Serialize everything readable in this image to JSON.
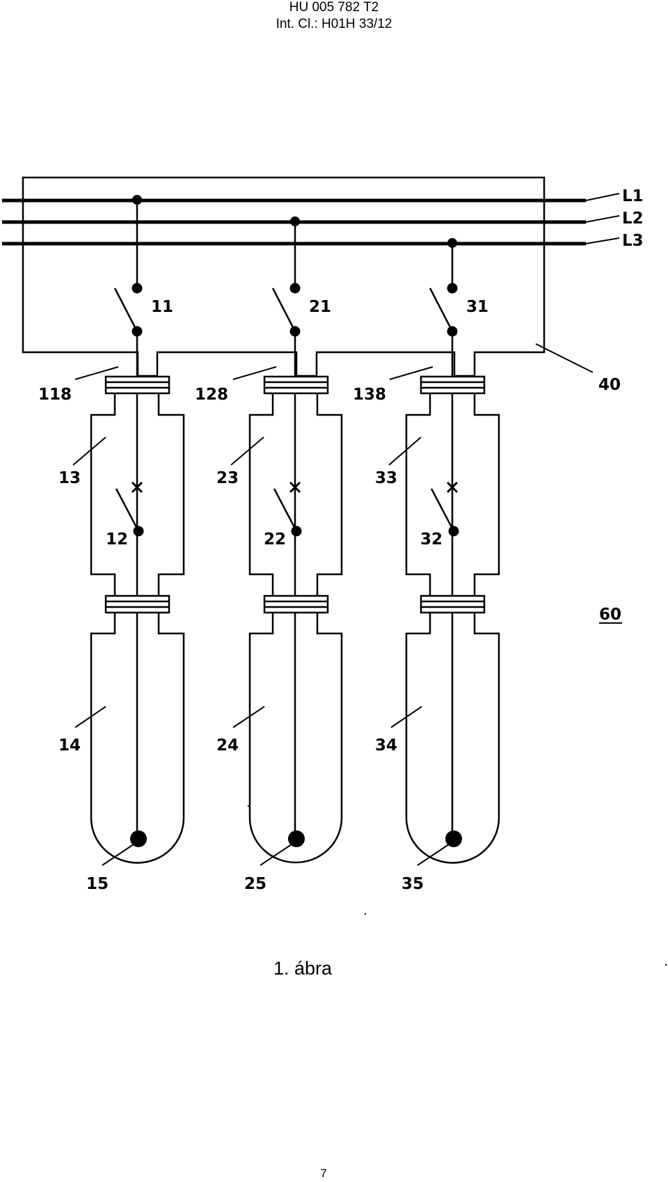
{
  "header": {
    "doc_number": "HU 005 782 T2",
    "classification": "Int. Cl.: H01H 33/12"
  },
  "diagram": {
    "phase_labels": [
      "L1",
      "L2",
      "L3"
    ],
    "enclosure_label": "40",
    "figure_ref": "60",
    "columns": [
      {
        "switch": "11",
        "bushing": "118",
        "chamber": "13",
        "contact": "12",
        "vessel": "14",
        "electrode": "15"
      },
      {
        "switch": "21",
        "bushing": "128",
        "chamber": "23",
        "contact": "22",
        "vessel": "24",
        "electrode": "25"
      },
      {
        "switch": "31",
        "bushing": "138",
        "chamber": "33",
        "contact": "32",
        "vessel": "34",
        "electrode": "35"
      }
    ]
  },
  "caption": "1. ábra",
  "page_number": "7"
}
